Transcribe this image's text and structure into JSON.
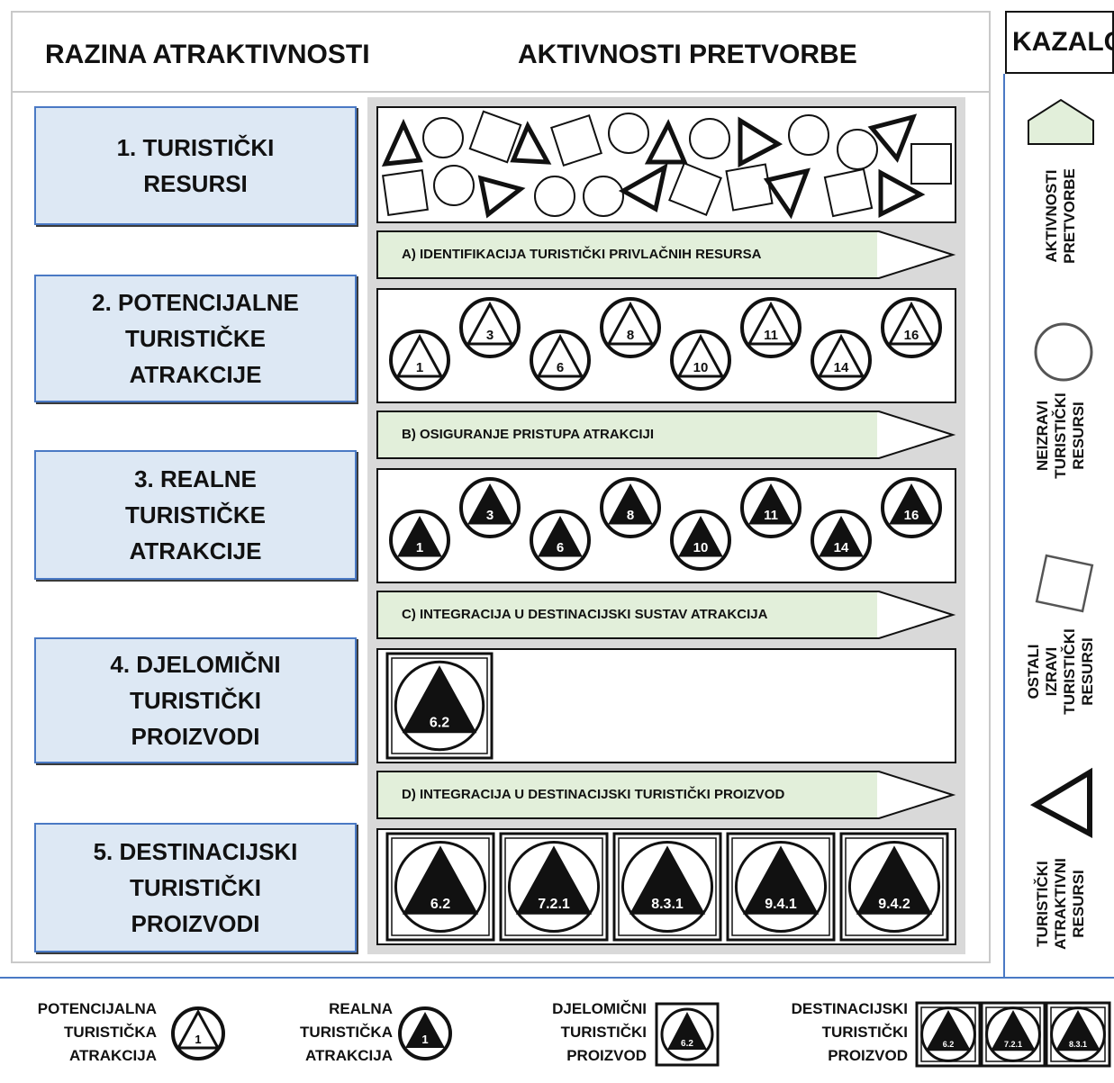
{
  "header": {
    "left_title": "RAZINA ATRAKTIVNOSTI",
    "right_title": "AKTIVNOSTI PRETVORBE",
    "legend_title": "KAZALO"
  },
  "levels": [
    {
      "label": "1. TURISTIČKI\nRESURSI"
    },
    {
      "label": "2. POTENCIJALNE\nTURISTIČKE\nATRAKCIJE"
    },
    {
      "label": "3. REALNE\nTURISTIČKE\nATRAKCIJE"
    },
    {
      "label": "4. DJELOMIČNI\nTURISTIČKI\nPROIZVODI"
    },
    {
      "label": "5. DESTINACIJSKI\nTURISTIČKI\nPROIZVODI"
    }
  ],
  "activities": [
    {
      "label": "A) IDENTIFIKACIJA TURISTIČKI PRIVLAČNIH RESURSA"
    },
    {
      "label": "B) OSIGURANJE PRISTUPA ATRAKCIJI"
    },
    {
      "label": "C) INTEGRACIJA U DESTINACIJSKI SUSTAV ATRAKCIJA"
    },
    {
      "label": "D) INTEGRACIJA U DESTINACIJSKI TURISTIČKI PROIZVOD"
    }
  ],
  "attraction_numbers": [
    "1",
    "3",
    "6",
    "8",
    "10",
    "11",
    "14",
    "16"
  ],
  "partial_products": [
    "6.2"
  ],
  "destination_products": [
    "6.2",
    "7.2.1",
    "8.3.1",
    "9.4.1",
    "9.4.2"
  ],
  "legend": [
    {
      "label": "AKTIVNOSTI\nPRETVORBE",
      "icon": "pentagon-arrow-icon"
    },
    {
      "label": "NEIZRAVI\nTURISTIČKI\nRESURSI",
      "icon": "circle-icon"
    },
    {
      "label": "OSTALI\nIZRAVI\nTURISTIČKI\nRESURSI",
      "icon": "square-icon"
    },
    {
      "label": "TURISTIČKI\nATRAKTIVNI\nRESURSI",
      "icon": "triangle-icon"
    }
  ],
  "bottom_legend": [
    {
      "label": "POTENCIJALNA\nTURISTIČKA\nATRAKCIJA",
      "value": "1"
    },
    {
      "label": "REALNA\nTURISTIČKA\nATRAKCIJA",
      "value": "1"
    },
    {
      "label": "DJELOMIČNI\nTURISTIČKI\nPROIZVOD",
      "value": "6.2"
    },
    {
      "label": "DESTINACIJSKI\nTURISTIČKI\nPROIZVOD",
      "values": [
        "6.2",
        "7.2.1",
        "8.3.1"
      ]
    }
  ],
  "colors": {
    "level_fill": "#dde8f4",
    "level_border": "#4a79c4",
    "activity_fill": "#e2efda",
    "band_gray": "#d9d9d9"
  }
}
